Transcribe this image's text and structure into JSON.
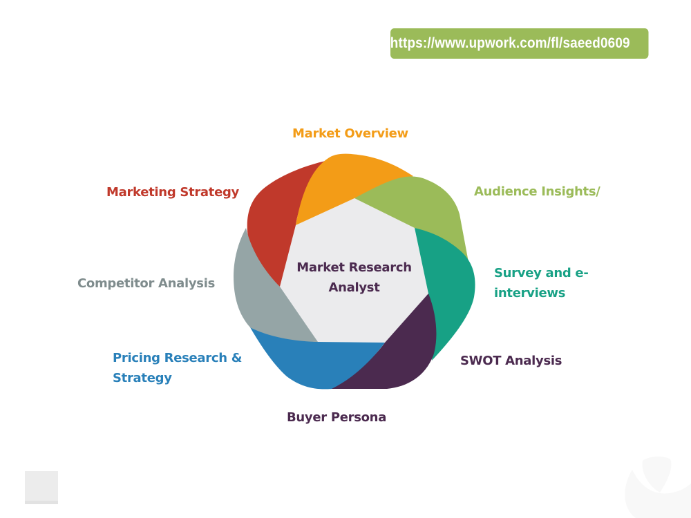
{
  "header": {
    "url_badge": "https://www.upwork.com/fl/saeed0609"
  },
  "diagram": {
    "center": {
      "line1": "Market Research",
      "line2": "Analyst"
    },
    "segments": [
      {
        "id": "market-overview",
        "label": "Market Overview",
        "color": "#f39c17"
      },
      {
        "id": "audience-insights",
        "label": "Audience Insights/",
        "color": "#9bbb59"
      },
      {
        "id": "survey",
        "label_line1": "Survey and e-",
        "label_line2": "interviews",
        "color": "#17a185"
      },
      {
        "id": "swot",
        "label": "SWOT Analysis",
        "color": "#4b2a4f"
      },
      {
        "id": "buyer-persona",
        "label": "Buyer Persona",
        "color": "#4b2a4f"
      },
      {
        "id": "pricing",
        "label_line1": "Pricing Research &",
        "label_line2": "Strategy",
        "color": "#2980b9"
      },
      {
        "id": "competitor",
        "label": "Competitor Analysis",
        "color": "#95a5a6"
      },
      {
        "id": "marketing-strategy",
        "label": "Marketing Strategy",
        "color": "#c0392b"
      }
    ],
    "colors": {
      "orange": "#f39c17",
      "green": "#9bbb59",
      "teal": "#17a185",
      "purple": "#4b2a4f",
      "blue": "#2980b9",
      "gray": "#95a5a6",
      "red": "#c0392b",
      "center_fill": "#ebebed"
    }
  }
}
